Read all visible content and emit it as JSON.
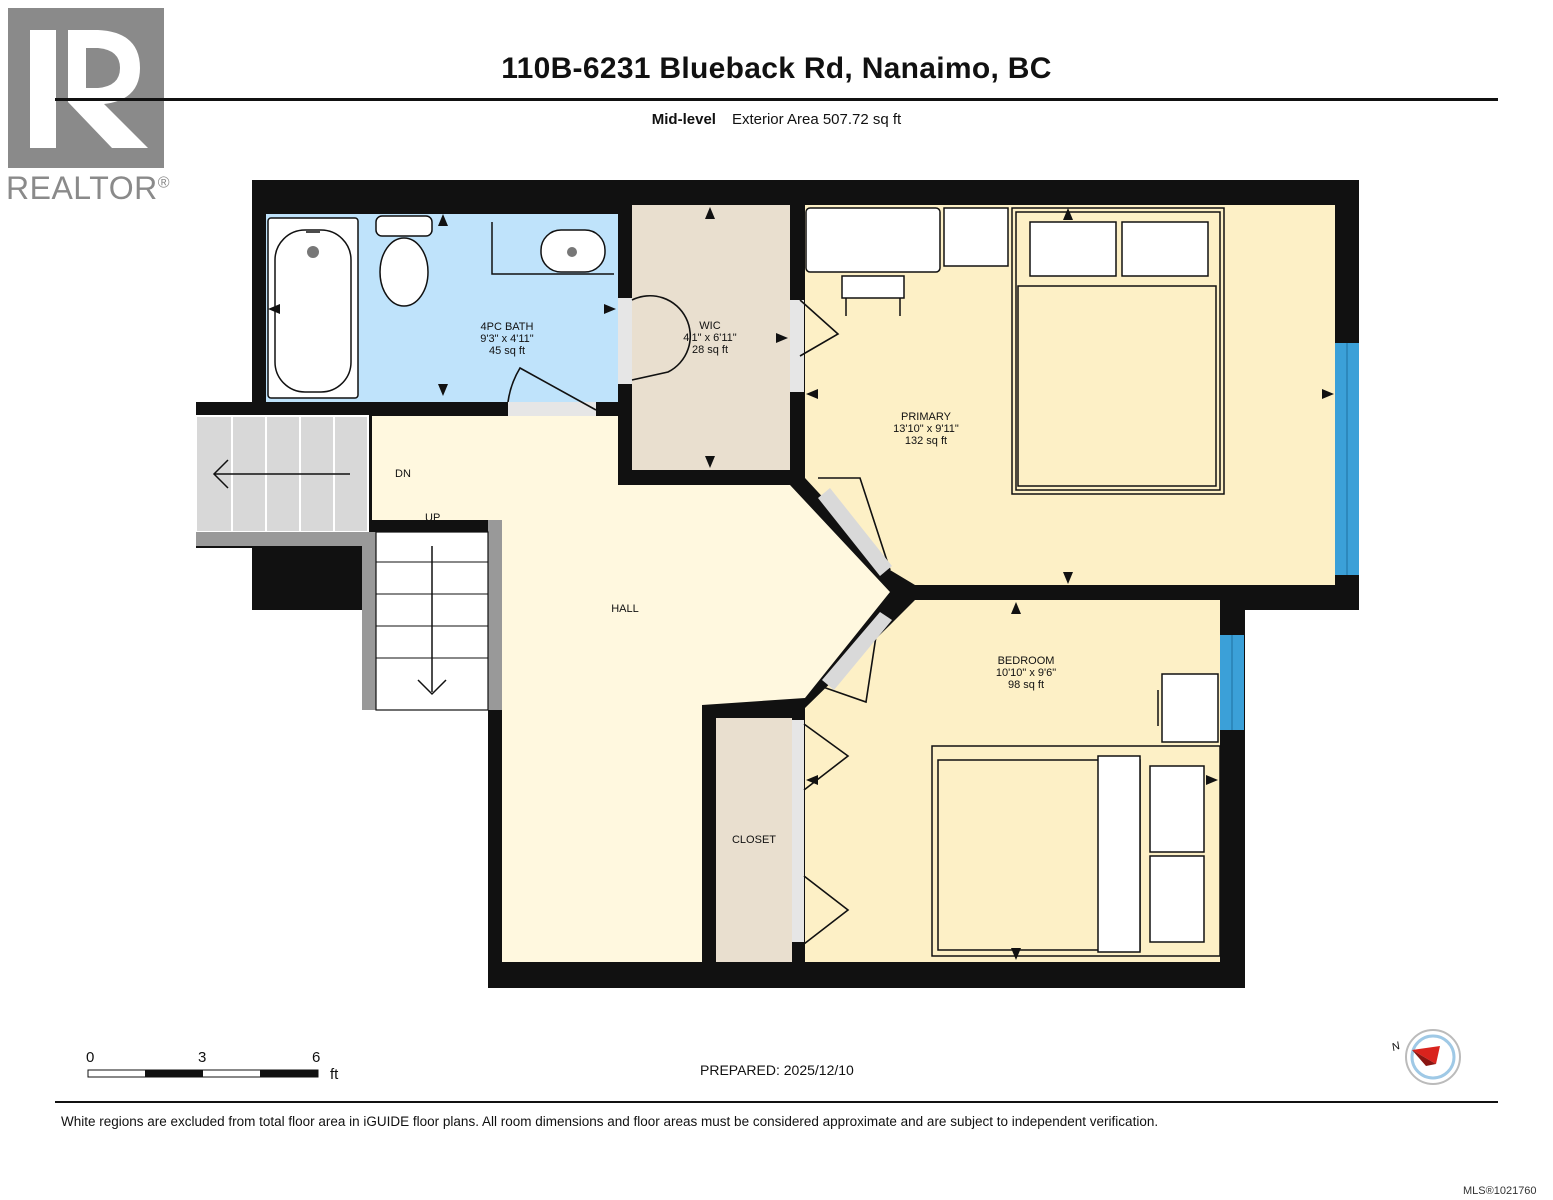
{
  "header": {
    "title": "110B-6231 Blueback Rd, Nanaimo, BC",
    "level": "Mid-level",
    "exterior_area": "Exterior Area 507.72 sq ft"
  },
  "logo": {
    "text": "REALTOR",
    "mark": "®"
  },
  "rooms": {
    "bath": {
      "name": "4PC BATH",
      "dims": "9'3\" x 4'11\"",
      "area": "45 sq ft"
    },
    "wic": {
      "name": "WIC",
      "dims": "4'1\" x 6'11\"",
      "area": "28 sq ft"
    },
    "primary": {
      "name": "PRIMARY",
      "dims": "13'10\" x 9'11\"",
      "area": "132 sq ft"
    },
    "bedroom": {
      "name": "BEDROOM",
      "dims": "10'10\" x 9'6\"",
      "area": "98 sq ft"
    },
    "hall": {
      "name": "HALL"
    },
    "closet": {
      "name": "CLOSET"
    }
  },
  "stairs": {
    "down": "DN",
    "up": "UP"
  },
  "scale": {
    "zero": "0",
    "three": "3",
    "six": "6",
    "unit": "ft"
  },
  "compass": {
    "north": "N"
  },
  "footer": {
    "prepared": "PREPARED: 2025/12/10",
    "disclaimer": "White regions are excluded from total floor area in iGUIDE floor plans. All room dimensions and floor areas must be considered approximate and are subject to independent verification.",
    "mls": "MLS®1021760"
  },
  "colors": {
    "wall": "#111111",
    "bath": "#bfe3fb",
    "wic": "#e9dfcf",
    "primary": "#fdf0c6",
    "hall": "#fff8df",
    "window": "#3ba0d8",
    "stair": "#d8d8d8"
  }
}
